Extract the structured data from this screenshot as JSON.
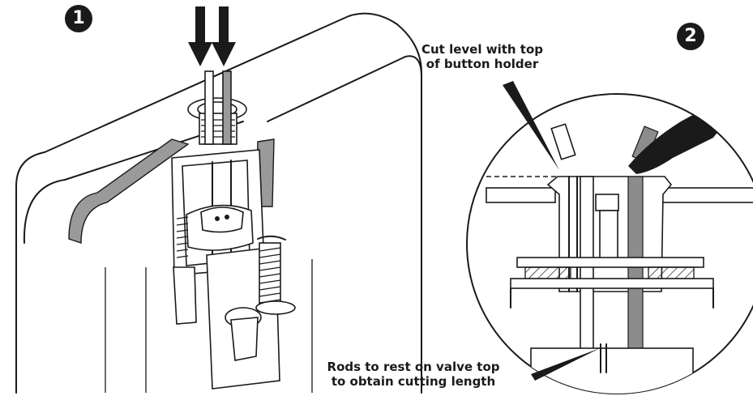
{
  "steps": [
    {
      "number": "1"
    },
    {
      "number": "2"
    }
  ],
  "callouts": {
    "cut_level": {
      "line1": "Cut level with top",
      "line2": "of button holder"
    },
    "rods_rest": {
      "line1": "Rods to rest on valve top",
      "line2": "to obtain cutting length"
    }
  },
  "colors": {
    "ink": "#1a1a1a",
    "rod_grey": "#8c8c8c",
    "background": "#ffffff"
  }
}
